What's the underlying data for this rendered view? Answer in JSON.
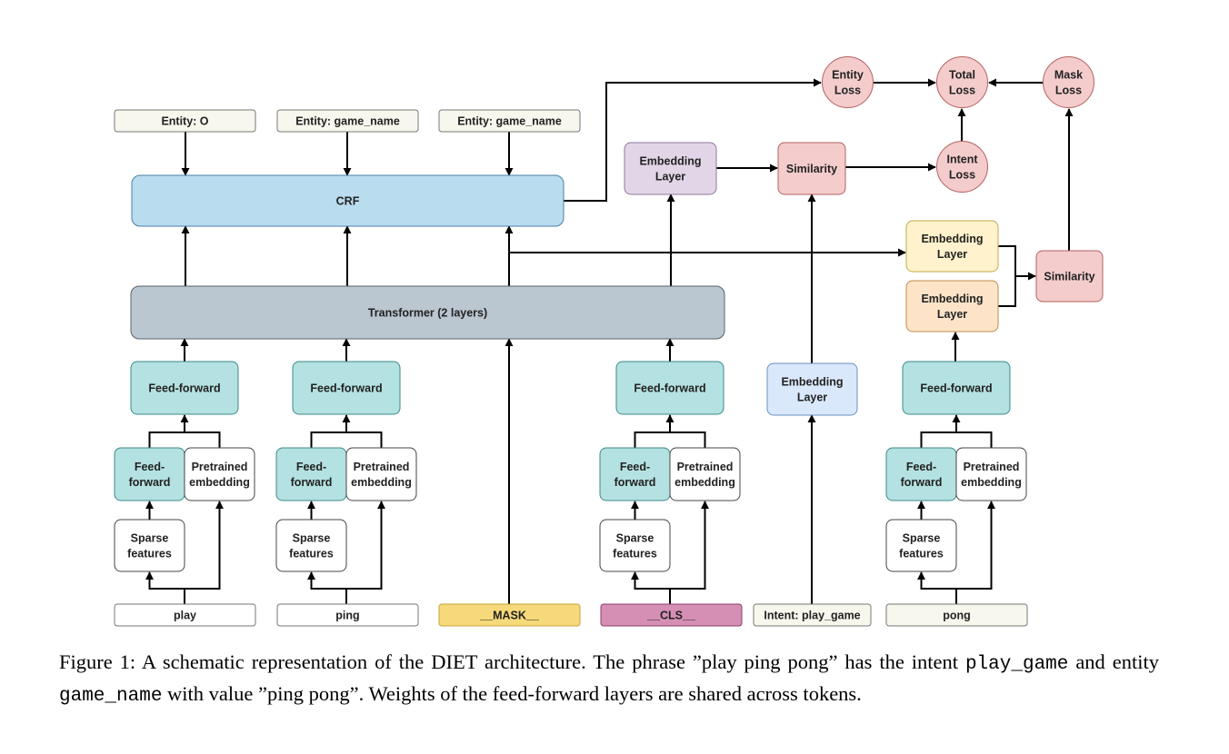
{
  "diagram": {
    "nodes": {
      "entity_o": "Entity: O",
      "entity_game1": "Entity: game_name",
      "entity_game2": "Entity: game_name",
      "crf": "CRF",
      "transformer": "Transformer (2 layers)",
      "emb_intent": [
        "Embedding",
        "Layer"
      ],
      "sim_intent": "Similarity",
      "entity_loss": [
        "Entity",
        "Loss"
      ],
      "total_loss": [
        "Total",
        "Loss"
      ],
      "mask_loss": [
        "Mask",
        "Loss"
      ],
      "intent_loss": [
        "Intent",
        "Loss"
      ],
      "emb_mask_top": [
        "Embedding",
        "Layer"
      ],
      "emb_mask_bottom": [
        "Embedding",
        "Layer"
      ],
      "sim_mask": "Similarity",
      "ff_play": "Feed-forward",
      "ff_ping": "Feed-forward",
      "ff_cls": "Feed-forward",
      "ff_pong": "Feed-forward",
      "ffs_play": [
        "Feed-",
        "forward"
      ],
      "ffs_ping": [
        "Feed-",
        "forward"
      ],
      "ffs_cls": [
        "Feed-",
        "forward"
      ],
      "ffs_pong": [
        "Feed-",
        "forward"
      ],
      "pre_play": [
        "Pretrained",
        "embedding"
      ],
      "pre_ping": [
        "Pretrained",
        "embedding"
      ],
      "pre_cls": [
        "Pretrained",
        "embedding"
      ],
      "pre_pong": [
        "Pretrained",
        "embedding"
      ],
      "sp_play": [
        "Sparse",
        "features"
      ],
      "sp_ping": [
        "Sparse",
        "features"
      ],
      "sp_cls": [
        "Sparse",
        "features"
      ],
      "sp_pong": [
        "Sparse",
        "features"
      ],
      "emb_label": [
        "Embedding",
        "Layer"
      ],
      "tok_play": "play",
      "tok_ping": "ping",
      "tok_mask": "__MASK__",
      "tok_cls": "__CLS__",
      "tok_intent": "Intent: play_game",
      "tok_pong": "pong"
    },
    "colors": {
      "cream": "#f8f7ee",
      "crf_blue": "#b9dcef",
      "transformer_grey": "#bac6d0",
      "teal": "#b4e1e1",
      "lavender": "#e1d5e7",
      "pink": "#f4cccc",
      "yellow": "#fff2cc",
      "orange": "#fde4c8",
      "light_blue": "#dae8fc",
      "mask_yellow": "#f6d97a",
      "cls_pink": "#d58fb4"
    }
  },
  "caption": {
    "lead": "Figure 1:  A schematic representation of the DIET architecture.  The phrase ”play ping pong” has the intent ",
    "code1": "play_game",
    "mid": " and entity ",
    "code2": "game_name",
    "tail": " with value ”ping pong”. Weights of the feed-forward layers are shared across tokens."
  }
}
